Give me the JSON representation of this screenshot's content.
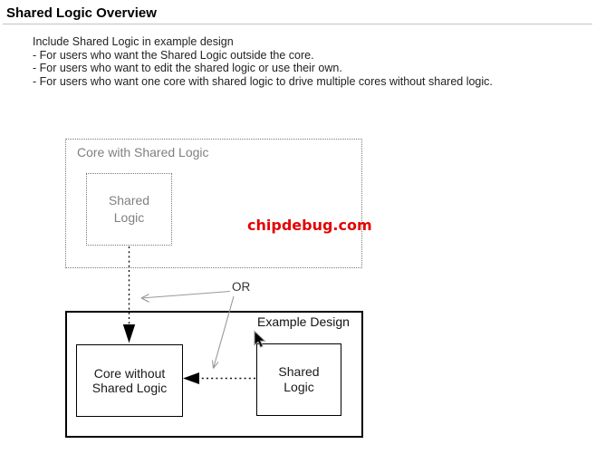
{
  "header": {
    "title": "Shared Logic Overview"
  },
  "intro": {
    "lines": [
      "Include Shared Logic in example design",
      "- For users who want the Shared Logic outside the core.",
      "- For users who want to edit the shared logic or use their own.",
      "- For users who want one core with shared logic to drive multiple cores without shared logic."
    ]
  },
  "diagram": {
    "core_with_shared_logic_label": "Core with Shared Logic",
    "shared_logic_top": {
      "lines": [
        "Shared",
        "Logic"
      ]
    },
    "watermark": "chipdebug.com",
    "or_label": "OR",
    "example_design_label": "Example Design",
    "core_without": {
      "lines": [
        "Core without",
        "Shared Logic"
      ]
    },
    "shared_logic_bottom": {
      "lines": [
        "Shared",
        "Logic"
      ]
    }
  },
  "colors": {
    "watermark_red": "#e60000",
    "diagram_gray": "#808080",
    "arrow_gray": "#999999",
    "connector_black": "#111111",
    "rule_gray": "#c4c4c4"
  }
}
